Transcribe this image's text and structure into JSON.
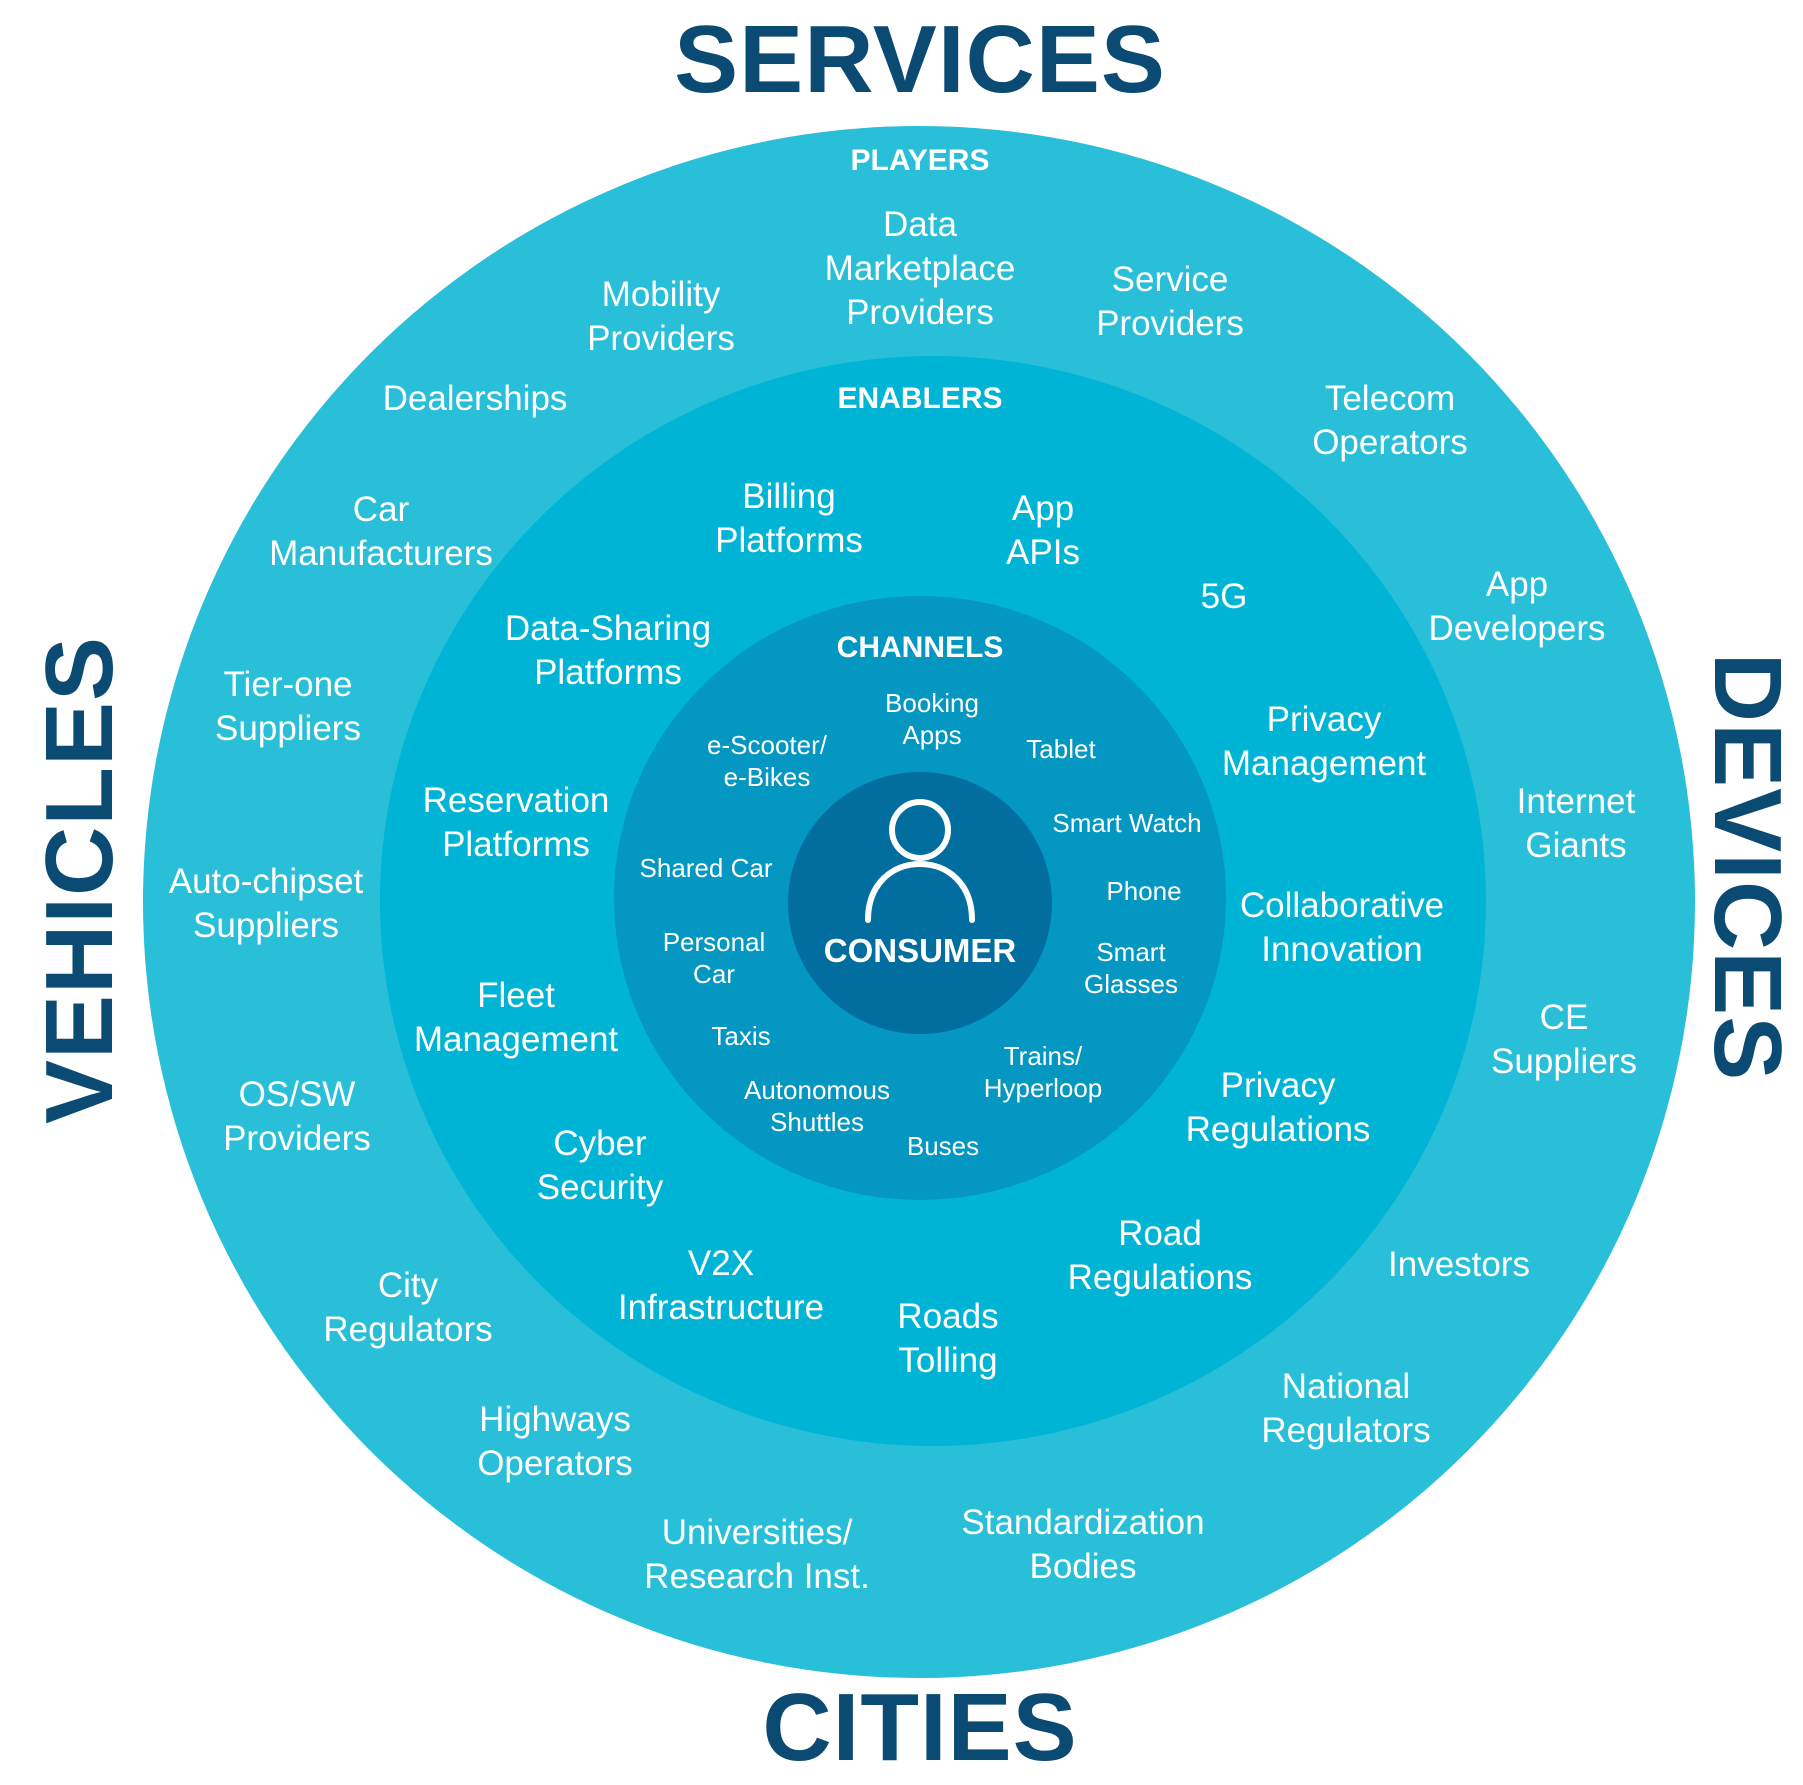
{
  "domains": {
    "top": "SERVICES",
    "bottom": "CITIES",
    "left": "VEHICLES",
    "right": "DEVICES"
  },
  "rings": {
    "players": {
      "heading": "PLAYERS",
      "color": "#29bfd8",
      "items": [
        "Data\nMarketplace\nProviders",
        "Mobility\nProviders",
        "Service\nProviders",
        "Dealerships",
        "Telecom\nOperators",
        "Car\nManufacturers",
        "App\nDevelopers",
        "Tier-one\nSuppliers",
        "Internet\nGiants",
        "Auto-chipset\nSuppliers",
        "CE\nSuppliers",
        "OS/SW\nProviders",
        "Investors",
        "City\nRegulators",
        "National\nRegulators",
        "Highways\nOperators",
        "Universities/\nResearch Inst.",
        "Standardization\nBodies"
      ]
    },
    "enablers": {
      "heading": "ENABLERS",
      "color": "#00b4d6",
      "items": [
        "Billing\nPlatforms",
        "App\nAPIs",
        "5G",
        "Data-Sharing\nPlatforms",
        "Privacy\nManagement",
        "Reservation\nPlatforms",
        "Collaborative\nInnovation",
        "Fleet\nManagement",
        "Privacy\nRegulations",
        "Cyber\nSecurity",
        "Road\nRegulations",
        "V2X\nInfrastructure",
        "Roads\nTolling"
      ]
    },
    "channels": {
      "heading": "CHANNELS",
      "color": "#0397c2",
      "items": [
        "Booking\nApps",
        "e-Scooter/\ne-Bikes",
        "Tablet",
        "Smart Watch",
        "Shared Car",
        "Phone",
        "Personal\nCar",
        "Smart\nGlasses",
        "Taxis",
        "Trains/\nHyperloop",
        "Autonomous\nShuttles",
        "Buses"
      ]
    },
    "consumer": {
      "label": "CONSUMER",
      "icon": "person-icon",
      "color": "#016e9f"
    }
  },
  "colors": {
    "domain_text": "#0b4a73",
    "ring_text": "#ffffff",
    "background": "#ffffff"
  }
}
